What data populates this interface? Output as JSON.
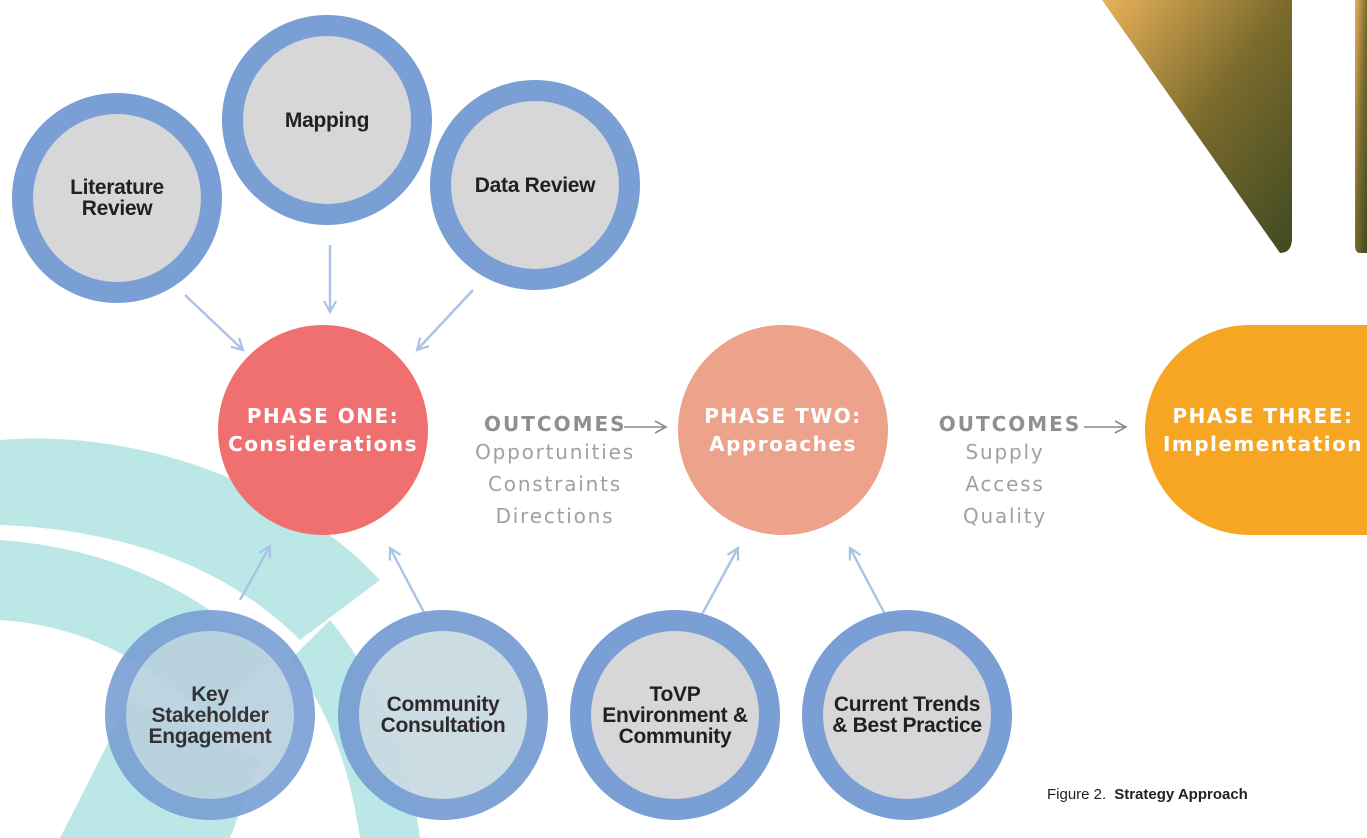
{
  "inputs": {
    "top": [
      "Literature\nReview",
      "Mapping",
      "Data Review"
    ],
    "bottom": [
      "Key\nStakeholder\nEngagement",
      "Community\nConsultation",
      "ToVP\nEnvironment &\nCommunity",
      "Current Trends\n& Best Practice"
    ]
  },
  "phases": [
    {
      "title": "PHASE ONE:",
      "subtitle": "Considerations",
      "color": "#f07070"
    },
    {
      "title": "PHASE TWO:",
      "subtitle": "Approaches",
      "color": "#eda28b"
    },
    {
      "title": "PHASE THREE:",
      "subtitle": "Implementation",
      "color": "#f6a623"
    }
  ],
  "outcomes": [
    {
      "heading": "OUTCOMES",
      "items": [
        "Opportunities",
        "Constraints",
        "Directions"
      ]
    },
    {
      "heading": "OUTCOMES",
      "items": [
        "Supply",
        "Access",
        "Quality"
      ]
    }
  ],
  "caption": {
    "prefix": "Figure 2.",
    "title": "Strategy Approach"
  },
  "colors": {
    "ring": "#7a9fd4",
    "ring_fill": "#d7d7d9",
    "arrow": "#a9c3e6",
    "watermark": "#a9e3e1"
  }
}
